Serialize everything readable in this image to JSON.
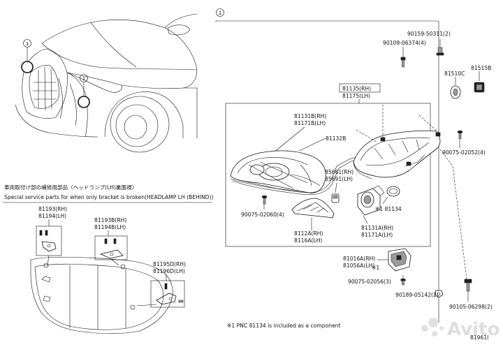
{
  "callout_marker": "1",
  "special_note": {
    "jp": "車両取付け部の補修用部品〈ヘッドランプ(LH)裏面視〉",
    "en": "Special service parts for when only bracket is broken(HEADLAMP LH (BEHIND))"
  },
  "labels": {
    "p90159": "90159-50311(2)",
    "p90109": "90109-06374(4)",
    "p81510c": "81510C",
    "p81515b": "81515B",
    "p81135": "81135(RH)",
    "p81175": "81175(LH)",
    "p81131b": "81131B(RH)",
    "p81171b": "81171B(LH)",
    "p81132b": "81132B",
    "p90075a": "90075-02052(4)",
    "p85661": "85661(RH)",
    "p85691": "85691(LH)",
    "p81134": "※1 81134",
    "p90075b": "90075-02060(4)",
    "p8112a": "8112A(RH)",
    "p8116a": "8116A(LH)",
    "p81131a": "81131A(RH)",
    "p81171a": "81171A(LH)",
    "p81016a": "81016A(RH)",
    "p81056a": "81056A(LH)",
    "p_note1": "※1",
    "p90075c": "90075-02056(3)",
    "p90189": "90189-05142(2)",
    "p90105": "90105-06298(2)",
    "p81193": "81193(RH)",
    "p81194": "81194(LH)",
    "p81193b": "81193B(RH)",
    "p81194b": "81194B(LH)",
    "p81195d": "81195D(RH)",
    "p81196d": "81196D(LH)"
  },
  "footnote": "※1 PNC 81134 is included as a component",
  "figure_id": "81961I",
  "watermark": "Avito"
}
